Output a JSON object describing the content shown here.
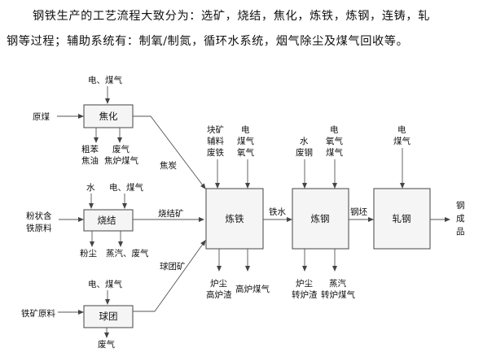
{
  "text": {
    "line1": "钢铁生产的工艺流程大致分为：选矿，烧结，焦化，炼铁，炼钢，连铸，轧",
    "line2": "钢等过程；辅助系统有：制氧/制氮，循环水系统，烟气除尘及煤气回收等。"
  },
  "boxes": {
    "coking": "焦化",
    "sintering": "烧结",
    "pellet": "球团",
    "ironmaking": "炼铁",
    "steelmaking": "炼钢",
    "rolling": "轧钢"
  },
  "inputs": {
    "coal": "原煤",
    "powder_l1": "粉状含",
    "powder_l2": "铁原料",
    "ore": "铁矿原料",
    "coking_top": "电、煤气",
    "sinter_water": "水",
    "sinter_top": "电、煤气",
    "pellet_top": "电、煤气",
    "iron_top1_l1": "块矿",
    "iron_top1_l2": "辅料",
    "iron_top1_l3": "废铁",
    "iron_top2_l1": "电",
    "iron_top2_l2": "煤气",
    "iron_top2_l3": "氧气",
    "steel_top1_l1": "水",
    "steel_top1_l2": "废钢",
    "steel_top2_l1": "电",
    "steel_top2_l2": "氧气",
    "steel_top2_l3": "煤气",
    "roll_top_l1": "电",
    "roll_top_l2": "煤气"
  },
  "outputs": {
    "coking_out1_l1": "粗苯",
    "coking_out1_l2": "焦油",
    "coking_out2_l1": "废气",
    "coking_out2_l2": "焦炉煤气",
    "sinter_out1": "粉尘",
    "sinter_out2": "蒸汽、废气",
    "pellet_out": "废气",
    "iron_out1_l1": "炉尘",
    "iron_out1_l2": "高炉渣",
    "iron_out2": "高炉煤气",
    "steel_out1_l1": "炉尘",
    "steel_out1_l2": "转炉渣",
    "steel_out2_l1": "蒸汽",
    "steel_out2_l2": "转炉煤气",
    "final_l1": "钢",
    "final_l2": "成",
    "final_l3": "品"
  },
  "flows": {
    "coke": "焦炭",
    "sinter": "烧结矿",
    "pellet": "球团矿",
    "hot_metal": "铁水",
    "billet": "钢坯"
  }
}
